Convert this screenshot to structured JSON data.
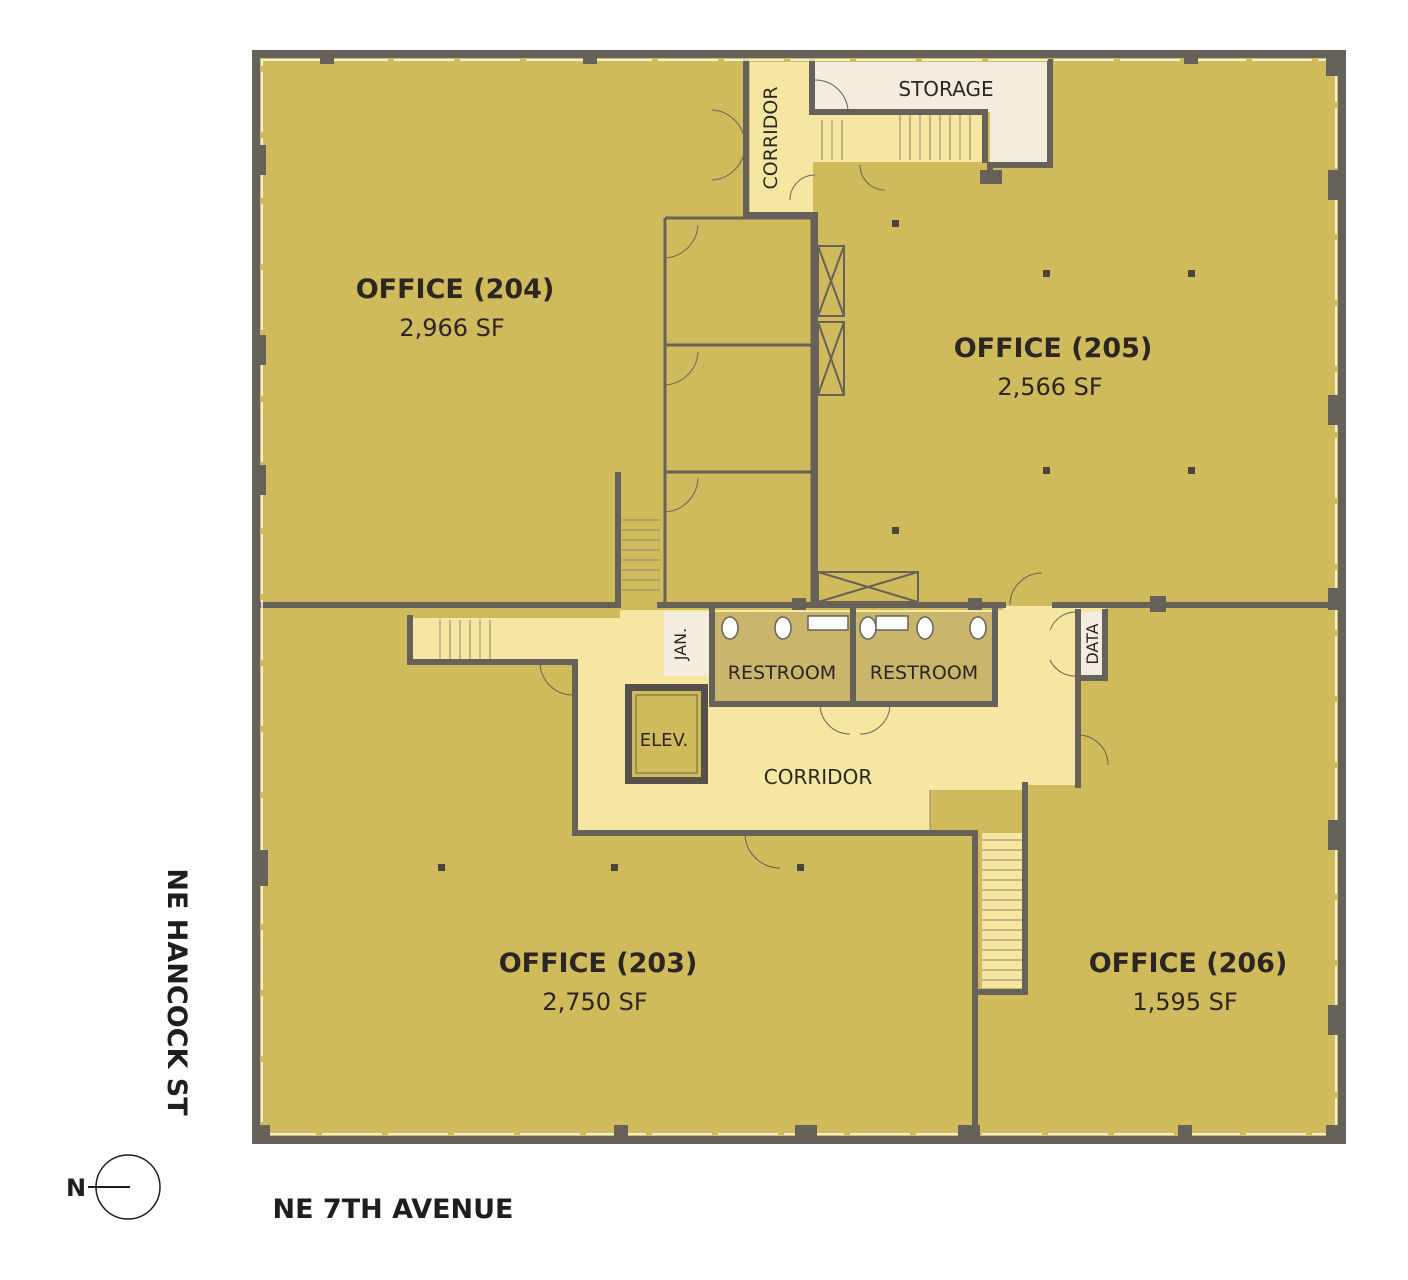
{
  "colors": {
    "office_fill": "#cfbb5c",
    "corridor_fill": "#f5e7a1",
    "restroom_fill": "#c9b66c",
    "storage_fill": "#f4ecde",
    "wall": "#666259"
  },
  "rooms": {
    "office_204": {
      "name": "OFFICE (204)",
      "area": "2,966 SF"
    },
    "office_205": {
      "name": "OFFICE (205)",
      "area": "2,566 SF"
    },
    "office_203": {
      "name": "OFFICE (203)",
      "area": "2,750 SF"
    },
    "office_206": {
      "name": "OFFICE (206)",
      "area": "1,595 SF"
    },
    "corridor_main": "CORRIDOR",
    "corridor_north": "CORRIDOR",
    "storage": "STORAGE",
    "restroom_left": "RESTROOM",
    "restroom_right": "RESTROOM",
    "janitor": "JAN.",
    "elevator": "ELEV.",
    "data": "DATA"
  },
  "streets": {
    "west": "NE HANCOCK ST",
    "south": "NE 7TH AVENUE"
  },
  "north_arrow": {
    "label": "N",
    "icon": "north-arrow-icon"
  }
}
